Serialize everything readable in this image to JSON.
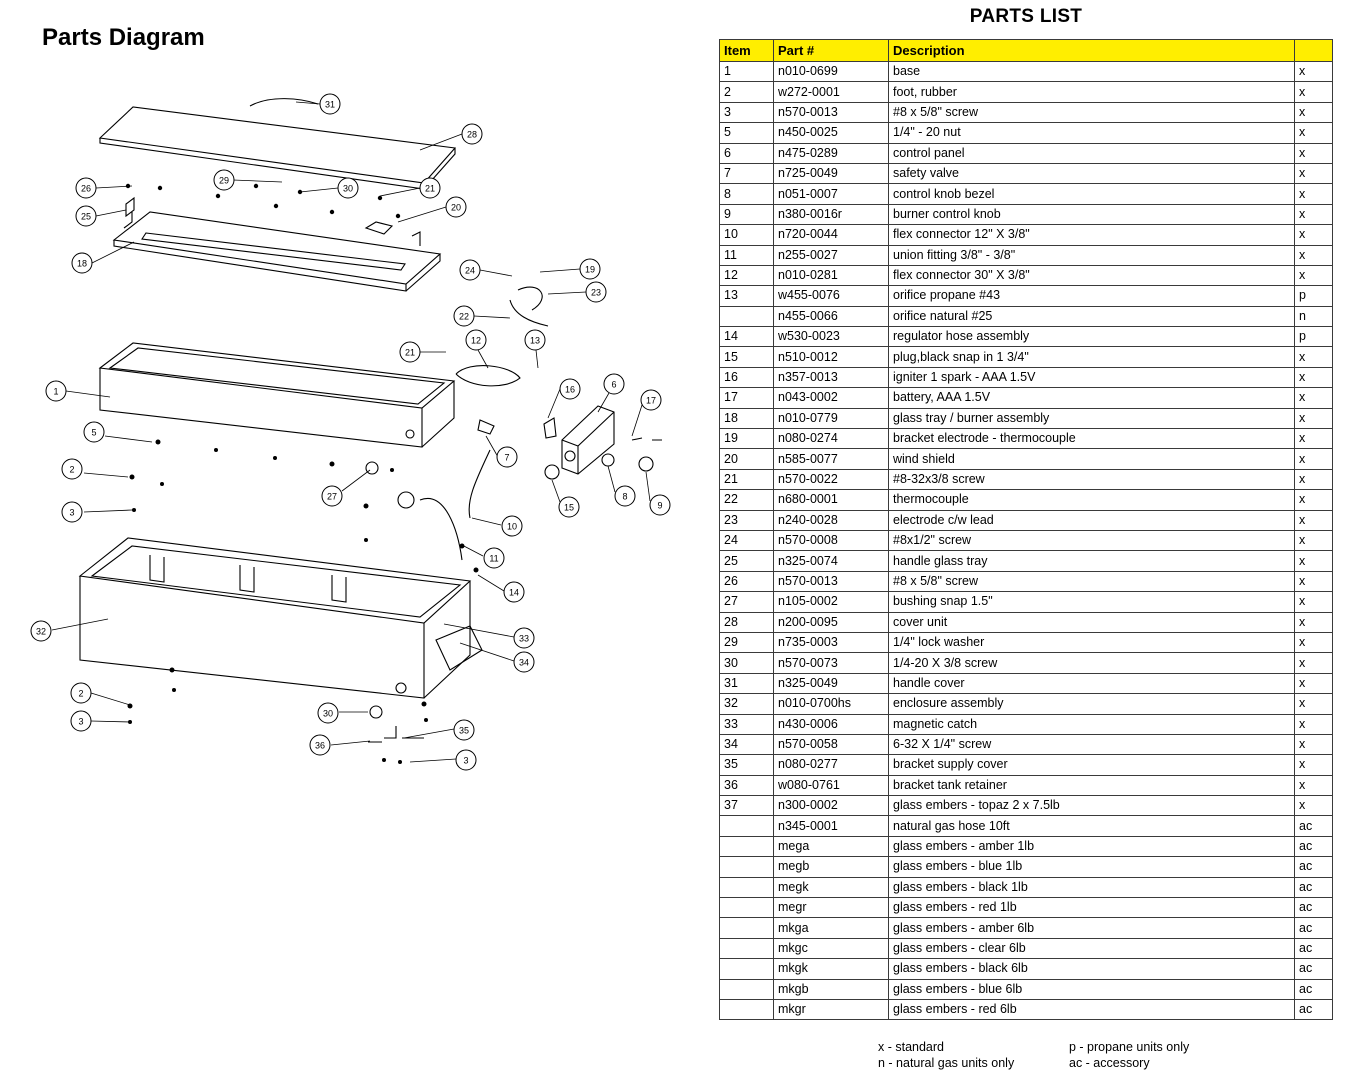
{
  "diagram": {
    "title": "Parts Diagram",
    "callouts": [
      {
        "n": "31"
      },
      {
        "n": "28"
      },
      {
        "n": "26"
      },
      {
        "n": "29"
      },
      {
        "n": "30"
      },
      {
        "n": "21"
      },
      {
        "n": "25"
      },
      {
        "n": "20"
      },
      {
        "n": "18"
      },
      {
        "n": "24"
      },
      {
        "n": "19"
      },
      {
        "n": "23"
      },
      {
        "n": "22"
      },
      {
        "n": "21"
      },
      {
        "n": "12"
      },
      {
        "n": "13"
      },
      {
        "n": "1"
      },
      {
        "n": "16"
      },
      {
        "n": "6"
      },
      {
        "n": "17"
      },
      {
        "n": "5"
      },
      {
        "n": "7"
      },
      {
        "n": "2"
      },
      {
        "n": "27"
      },
      {
        "n": "8"
      },
      {
        "n": "9"
      },
      {
        "n": "3"
      },
      {
        "n": "15"
      },
      {
        "n": "10"
      },
      {
        "n": "11"
      },
      {
        "n": "14"
      },
      {
        "n": "32"
      },
      {
        "n": "33"
      },
      {
        "n": "34"
      },
      {
        "n": "2"
      },
      {
        "n": "3"
      },
      {
        "n": "30"
      },
      {
        "n": "35"
      },
      {
        "n": "36"
      },
      {
        "n": "3"
      }
    ]
  },
  "parts_list": {
    "title": "PARTS LIST",
    "headers": {
      "item": "Item",
      "part": "Part #",
      "description": "Description",
      "flag": ""
    },
    "rows": [
      {
        "item": "1",
        "part": "n010-0699",
        "desc": "base",
        "flag": "x"
      },
      {
        "item": "2",
        "part": "w272-0001",
        "desc": "foot, rubber",
        "flag": "x"
      },
      {
        "item": "3",
        "part": "n570-0013",
        "desc": "#8 x 5/8\" screw",
        "flag": "x"
      },
      {
        "item": "5",
        "part": "n450-0025",
        "desc": "1/4\" - 20 nut",
        "flag": "x"
      },
      {
        "item": "6",
        "part": "n475-0289",
        "desc": "control panel",
        "flag": "x"
      },
      {
        "item": "7",
        "part": "n725-0049",
        "desc": "safety valve",
        "flag": "x"
      },
      {
        "item": "8",
        "part": "n051-0007",
        "desc": "control knob bezel",
        "flag": "x"
      },
      {
        "item": "9",
        "part": "n380-0016r",
        "desc": "burner control knob",
        "flag": "x"
      },
      {
        "item": "10",
        "part": "n720-0044",
        "desc": "flex connector 12\" X 3/8\"",
        "flag": "x"
      },
      {
        "item": "11",
        "part": "n255-0027",
        "desc": "union fitting 3/8\" - 3/8\"",
        "flag": "x"
      },
      {
        "item": "12",
        "part": "n010-0281",
        "desc": "flex connector 30\" X 3/8\"",
        "flag": "x"
      },
      {
        "item": "13",
        "part": "w455-0076",
        "desc": "orifice propane #43",
        "flag": "p"
      },
      {
        "item": "",
        "part": "n455-0066",
        "desc": "orifice natural #25",
        "flag": "n"
      },
      {
        "item": "14",
        "part": "w530-0023",
        "desc": "regulator hose assembly",
        "flag": "p"
      },
      {
        "item": "15",
        "part": "n510-0012",
        "desc": "plug,black snap in 1 3/4\"",
        "flag": "x"
      },
      {
        "item": "16",
        "part": "n357-0013",
        "desc": "igniter 1 spark - AAA 1.5V",
        "flag": "x"
      },
      {
        "item": "17",
        "part": "n043-0002",
        "desc": "battery, AAA 1.5V",
        "flag": "x"
      },
      {
        "item": "18",
        "part": "n010-0779",
        "desc": "glass tray / burner assembly",
        "flag": "x"
      },
      {
        "item": "19",
        "part": "n080-0274",
        "desc": "bracket electrode - thermocouple",
        "flag": "x"
      },
      {
        "item": "20",
        "part": "n585-0077",
        "desc": "wind shield",
        "flag": "x"
      },
      {
        "item": "21",
        "part": "n570-0022",
        "desc": "#8-32x3/8 screw",
        "flag": "x"
      },
      {
        "item": "22",
        "part": "n680-0001",
        "desc": "thermocouple",
        "flag": "x"
      },
      {
        "item": "23",
        "part": "n240-0028",
        "desc": "electrode c/w lead",
        "flag": "x"
      },
      {
        "item": "24",
        "part": "n570-0008",
        "desc": "#8x1/2\" screw",
        "flag": "x"
      },
      {
        "item": "25",
        "part": "n325-0074",
        "desc": "handle glass tray",
        "flag": "x"
      },
      {
        "item": "26",
        "part": "n570-0013",
        "desc": "#8 x 5/8\" screw",
        "flag": "x"
      },
      {
        "item": "27",
        "part": "n105-0002",
        "desc": "bushing snap 1.5\"",
        "flag": "x"
      },
      {
        "item": "28",
        "part": "n200-0095",
        "desc": "cover unit",
        "flag": "x"
      },
      {
        "item": "29",
        "part": "n735-0003",
        "desc": "1/4\" lock washer",
        "flag": "x"
      },
      {
        "item": "30",
        "part": "n570-0073",
        "desc": "1/4-20 X 3/8 screw",
        "flag": "x"
      },
      {
        "item": "31",
        "part": "n325-0049",
        "desc": "handle cover",
        "flag": "x"
      },
      {
        "item": "32",
        "part": "n010-0700hs",
        "desc": "enclosure assembly",
        "flag": "x"
      },
      {
        "item": "33",
        "part": "n430-0006",
        "desc": "magnetic catch",
        "flag": "x"
      },
      {
        "item": "34",
        "part": "n570-0058",
        "desc": "6-32 X 1/4\" screw",
        "flag": "x"
      },
      {
        "item": "35",
        "part": "n080-0277",
        "desc": "bracket supply cover",
        "flag": "x"
      },
      {
        "item": "36",
        "part": "w080-0761",
        "desc": "bracket tank retainer",
        "flag": "x"
      },
      {
        "item": "37",
        "part": "n300-0002",
        "desc": "glass embers - topaz 2 x 7.5lb",
        "flag": "x"
      },
      {
        "item": "",
        "part": "n345-0001",
        "desc": "natural gas hose 10ft",
        "flag": "ac"
      },
      {
        "item": "",
        "part": "mega",
        "desc": "glass embers - amber 1lb",
        "flag": "ac"
      },
      {
        "item": "",
        "part": "megb",
        "desc": "glass embers - blue 1lb",
        "flag": "ac"
      },
      {
        "item": "",
        "part": "megk",
        "desc": "glass embers - black 1lb",
        "flag": "ac"
      },
      {
        "item": "",
        "part": "megr",
        "desc": "glass embers - red 1lb",
        "flag": "ac"
      },
      {
        "item": "",
        "part": "mkga",
        "desc": "glass embers - amber 6lb",
        "flag": "ac"
      },
      {
        "item": "",
        "part": "mkgc",
        "desc": "glass embers - clear 6lb",
        "flag": "ac"
      },
      {
        "item": "",
        "part": "mkgk",
        "desc": "glass embers - black 6lb",
        "flag": "ac"
      },
      {
        "item": "",
        "part": "mkgb",
        "desc": "glass embers - blue 6lb",
        "flag": "ac"
      },
      {
        "item": "",
        "part": "mkgr",
        "desc": "glass embers - red 6lb",
        "flag": "ac"
      }
    ],
    "header_color": "#ffee00"
  },
  "legend": {
    "x": "x - standard",
    "n": "n - natural gas units only",
    "p": "p - propane units only",
    "ac": "ac - accessory"
  }
}
